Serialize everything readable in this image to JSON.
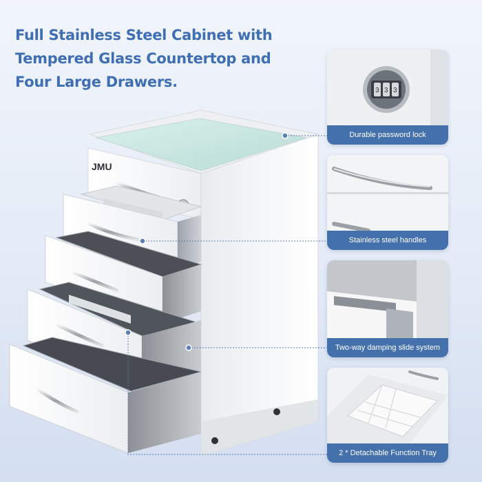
{
  "headline": "Full Stainless Steel Cabinet with Tempered Glass Countertop and Four Large Drawers.",
  "brand_logo": "JMU",
  "features": [
    {
      "label": "Durable password lock",
      "icon": "lock-photo"
    },
    {
      "label": "Stainless steel handles",
      "icon": "handle-photo"
    },
    {
      "label": "Two-way damping slide system",
      "icon": "slide-photo"
    },
    {
      "label": "2 * Detachable Function Tray",
      "icon": "tray-photo"
    }
  ],
  "colors": {
    "headline": "#3f6fb2",
    "label_bg": "#4470ac",
    "glass": "#cfe9e4",
    "cabinet": "#f7f7f7"
  }
}
